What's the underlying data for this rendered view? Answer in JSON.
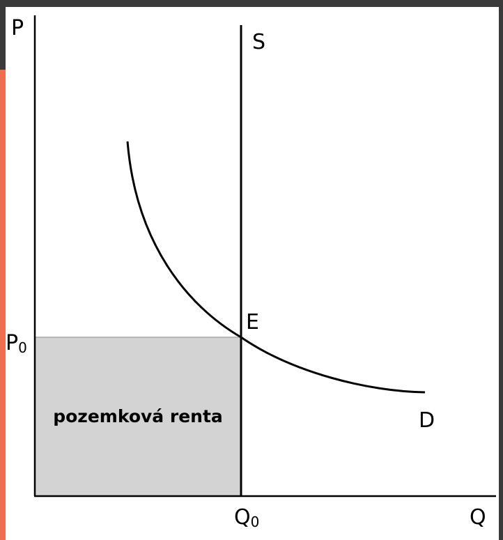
{
  "diagram": {
    "labels": {
      "y_axis": "P",
      "x_axis": "Q",
      "supply": "S",
      "demand": "D",
      "equilibrium": "E",
      "price_main": "P",
      "price_sub": "0",
      "quantity_main": "Q",
      "quantity_sub": "0",
      "area": "pozemková renta"
    },
    "colors": {
      "accent": "#ee6e4e",
      "frame": "#3a3a3a",
      "area_fill": "#d3d3d3",
      "line": "#000000"
    }
  }
}
